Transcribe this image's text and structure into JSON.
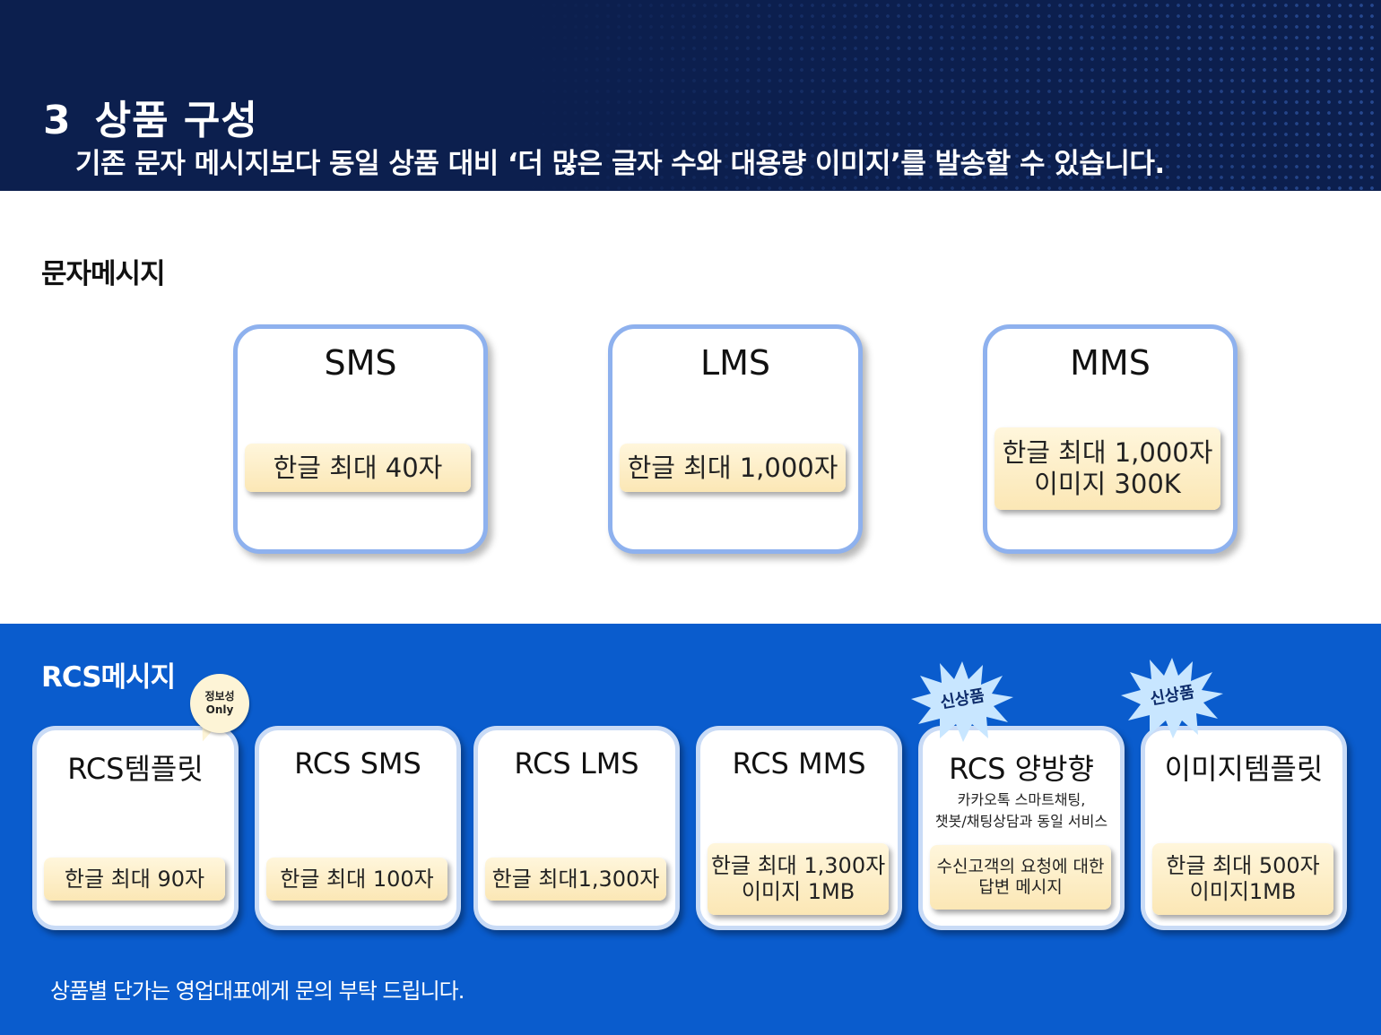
{
  "header": {
    "number": "3",
    "title": "상품 구성",
    "subtitle": "기존 문자 메시지보다 동일 상품 대비 ‘더 많은 글자 수와 대용량 이미지’를 발송할 수 있습니다."
  },
  "text_messages": {
    "section_title": "문자메시지",
    "cards": [
      {
        "title": "SMS",
        "lines": [
          "한글 최대 40자"
        ]
      },
      {
        "title": "LMS",
        "lines": [
          "한글 최대 1,000자"
        ]
      },
      {
        "title": "MMS",
        "lines": [
          "한글 최대 1,000자",
          "이미지 300K"
        ]
      }
    ]
  },
  "rcs_messages": {
    "section_title": "RCS메시지",
    "info_badge": {
      "line1": "정보성",
      "line2": "Only"
    },
    "new_badge_label": "신상품",
    "cards": [
      {
        "title": "RCS템플릿",
        "desc": [],
        "lines": [
          "한글 최대 90자"
        ]
      },
      {
        "title": "RCS SMS",
        "desc": [],
        "lines": [
          "한글 최대 100자"
        ]
      },
      {
        "title": "RCS LMS",
        "desc": [],
        "lines": [
          "한글 최대1,300자"
        ]
      },
      {
        "title": "RCS MMS",
        "desc": [],
        "lines": [
          "한글 최대 1,300자",
          "이미지 1MB"
        ]
      },
      {
        "title": "RCS 양방향",
        "desc": [
          "카카오톡 스마트채팅,",
          "챗봇/채팅상담과 동일 서비스"
        ],
        "lines": [
          "수신고객의 요청에 대한",
          "답변 메시지"
        ]
      },
      {
        "title": "이미지템플릿",
        "desc": [],
        "lines": [
          "한글 최대 500자",
          "이미지1MB"
        ]
      }
    ]
  },
  "footer_note": "상품별 단가는 영업대표에게 문의 부탁 드립니다.",
  "colors": {
    "header_bg": "#0c1f4e",
    "rcs_bg": "#0a5ccd",
    "card_border_light": "#8eb1ee",
    "pill_bg": "#fbe7b5",
    "badge_bg": "#c8e6ff"
  }
}
